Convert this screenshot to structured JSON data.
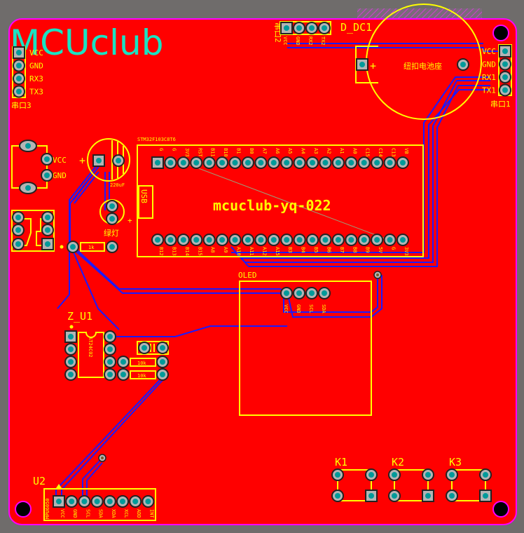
{
  "logo": "MCUclub",
  "board_title": "mcuclub-yq-022",
  "colors": {
    "board": "#ff0000",
    "silk": "#ffff00",
    "trace": "#1a1aff",
    "outline": "#ff00ff",
    "logo": "#19e3c3",
    "pad": "#b4b4b4",
    "drill": "#009a9a"
  },
  "mcu": {
    "part": "STM32F103C8T6",
    "usb_label": "USB",
    "top_pins": [
      "G",
      "G",
      "3V3",
      "RST",
      "B11",
      "B10",
      "B1",
      "B0",
      "A7",
      "A6",
      "A5",
      "A4",
      "A3",
      "A2",
      "A1",
      "A0",
      "C15",
      "C14",
      "C13",
      "VB"
    ],
    "bottom_pins": [
      "B12",
      "B13",
      "B14",
      "B15",
      "A8",
      "A9",
      "A10",
      "A11",
      "A12",
      "A15",
      "B3",
      "B4",
      "B5",
      "B6",
      "B7",
      "B8",
      "B9",
      "5V",
      "G",
      "3V3"
    ]
  },
  "uart3": {
    "title": "串口3",
    "pins": [
      "VCC",
      "GND",
      "RX3",
      "TX3"
    ]
  },
  "uart2": {
    "title": "串口2",
    "pins": [
      "VCC",
      "GND",
      "RX2",
      "TX2"
    ]
  },
  "uart1": {
    "title": "串口1",
    "pins": [
      "VCC",
      "GND",
      "RX1",
      "TX1"
    ]
  },
  "battery": {
    "designator": "D_DC1",
    "label": "纽扣电池座",
    "plus": "+"
  },
  "power": {
    "pins": [
      "VCC",
      "GND"
    ]
  },
  "capacitor": {
    "value": "220uF",
    "plus": "+"
  },
  "led": {
    "label": "绿灯",
    "plus": "+"
  },
  "resistor_1k": "1k",
  "oled": {
    "designator": "OLED",
    "pins": [
      "VCC",
      "GND",
      "SCL",
      "SDA"
    ]
  },
  "eeprom": {
    "designator": "Z_U1",
    "part": "AT24C02",
    "resistors": [
      "10k",
      "10k"
    ]
  },
  "imu": {
    "designator": "U2",
    "part": "MPU6050",
    "pins": [
      "VCC",
      "GND",
      "SCL",
      "SDA",
      "XDA",
      "XCL",
      "ADD",
      "INT"
    ]
  },
  "keys": [
    "K1",
    "K2",
    "K3"
  ]
}
